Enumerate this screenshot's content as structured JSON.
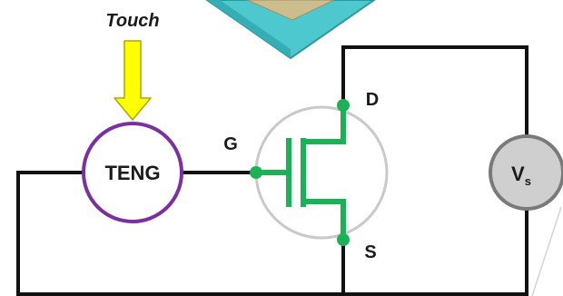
{
  "labels": {
    "touch": "Touch",
    "teng": "TENG",
    "gate": "G",
    "drain": "D",
    "source": "S",
    "voltmeter_main": "V",
    "voltmeter_sub": "s"
  },
  "colors": {
    "wire": "#111111",
    "teng_ring": "#7b2fa0",
    "transistor": "#19b356",
    "transistor_circle": "#c9c9c9",
    "arrow_fill": "#ffff00",
    "arrow_stroke": "#a8a800",
    "device_teal": "#4ec8cf",
    "device_gold": "#cbbd8e",
    "voltmeter_fill": "#cfcfcf",
    "voltmeter_ring": "#7a7a7a"
  },
  "icons": {
    "touch_arrow": "down-arrow-icon",
    "device": "teng-device-sketch"
  }
}
